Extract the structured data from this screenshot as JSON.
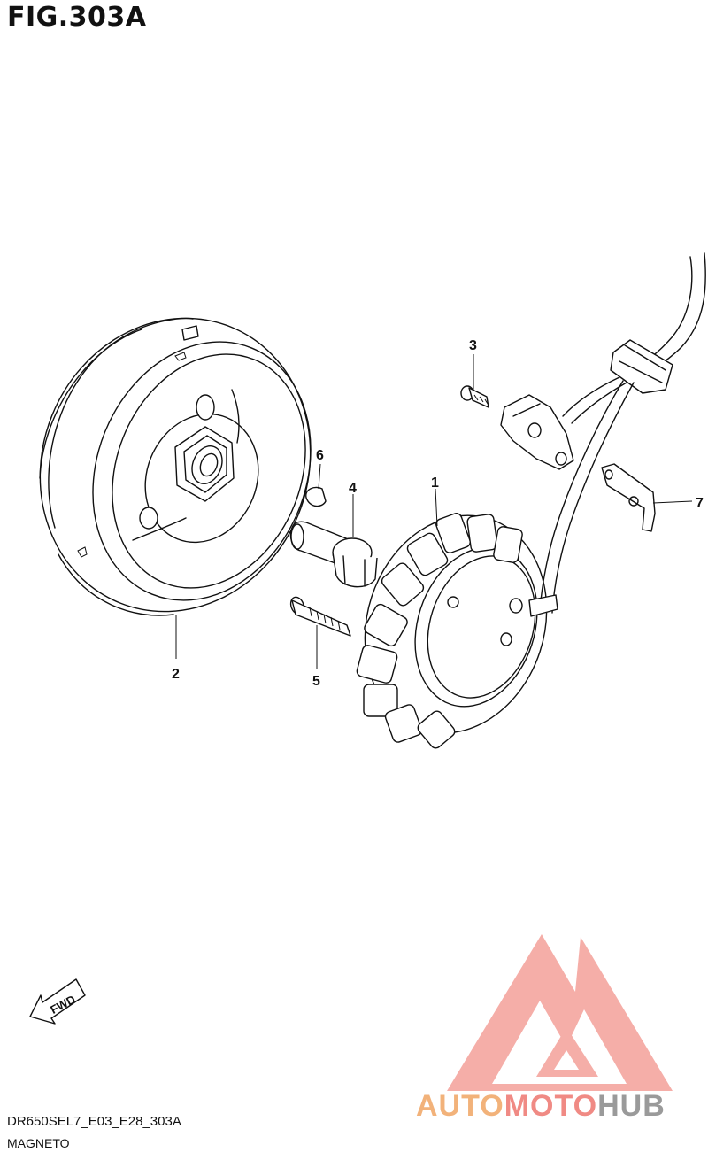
{
  "figure": {
    "title": "FIG.303A",
    "code": "DR650SEL7_E03_E28_303A",
    "name": "MAGNETO"
  },
  "callouts": [
    {
      "id": "1",
      "label": "1"
    },
    {
      "id": "2",
      "label": "2"
    },
    {
      "id": "3",
      "label": "3"
    },
    {
      "id": "4",
      "label": "4"
    },
    {
      "id": "5",
      "label": "5"
    },
    {
      "id": "6",
      "label": "6"
    },
    {
      "id": "7",
      "label": "7"
    }
  ],
  "fwd_marker": {
    "label": "FWD"
  },
  "watermark": {
    "part1": "AUTO",
    "part2": "MOTO",
    "part3": "HUB",
    "colors": {
      "auto": "#f2b27a",
      "moto": "#f08a84",
      "hub": "#9a9a9a",
      "logo": "#f4a09a"
    }
  },
  "icons": [
    "fwd-arrow-icon",
    "watermark-logo-icon"
  ]
}
